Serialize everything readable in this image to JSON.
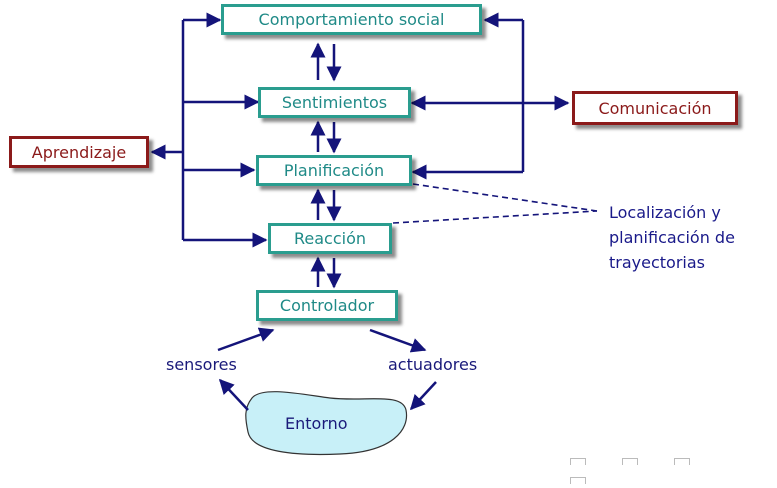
{
  "boxes": {
    "comportamiento": "Comportamiento social",
    "sentimientos": "Sentimientos",
    "planificacion": "Planificación",
    "reaccion": "Reacción",
    "controlador": "Controlador",
    "aprendizaje": "Aprendizaje",
    "comunicacion": "Comunicación"
  },
  "labels": {
    "sensores": "sensores",
    "actuadores": "actuadores",
    "entorno": "Entorno"
  },
  "annotation": {
    "line1": "Localización y",
    "line2": "planificación de",
    "line3": "trayectorias"
  },
  "colors": {
    "arrow": "#14147a",
    "box_teal": "#2a9d8f",
    "box_red": "#8b1a1a",
    "entorno_fill": "#c8f0f8"
  }
}
